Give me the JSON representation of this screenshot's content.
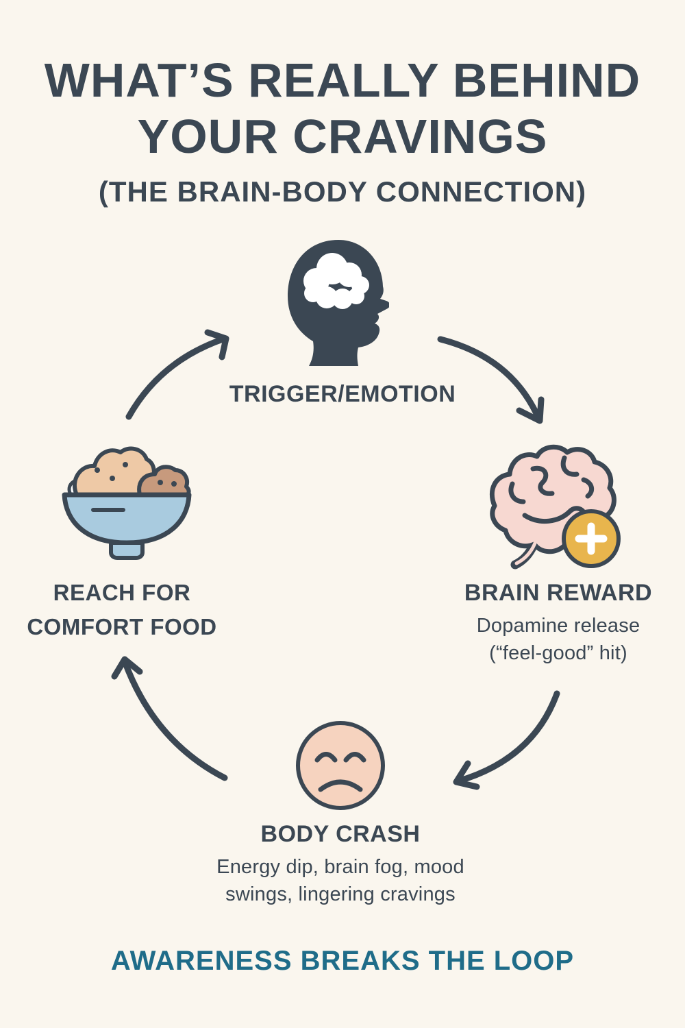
{
  "title": {
    "line1": "WHAT’S REALLY BEHIND",
    "line2": "YOUR CRAVINGS",
    "subtitle": "(THE BRAIN-BODY CONNECTION)"
  },
  "cycle": {
    "trigger": {
      "label": "TRIGGER/EMOTION",
      "icon": "head-with-brain-cloud-icon"
    },
    "reward": {
      "label": "BRAIN REWARD",
      "desc_line1": "Dopamine release",
      "desc_line2": "(“feel-good” hit)",
      "icon": "brain-with-plus-badge-icon"
    },
    "crash": {
      "label": "BODY CRASH",
      "desc_line1": "Energy dip, brain fog, mood",
      "desc_line2": "swings, lingering cravings",
      "icon": "sad-face-icon"
    },
    "comfort": {
      "label_line1": "REACH FOR",
      "label_line2": "COMFORT FOOD",
      "icon": "comfort-food-bowl-icon"
    }
  },
  "footer": {
    "text": "AWARENESS BREAKS THE LOOP"
  },
  "colors": {
    "background": "#faf6ee",
    "ink": "#3b4753",
    "teal": "#1f6c89",
    "pink": "#f7d8d1",
    "gold": "#e8b54d",
    "blue": "#a9cbdf",
    "tan": "#eec9a6",
    "tan_dark": "#c79a7d",
    "peach": "#f6d3bf",
    "white": "#ffffff"
  }
}
